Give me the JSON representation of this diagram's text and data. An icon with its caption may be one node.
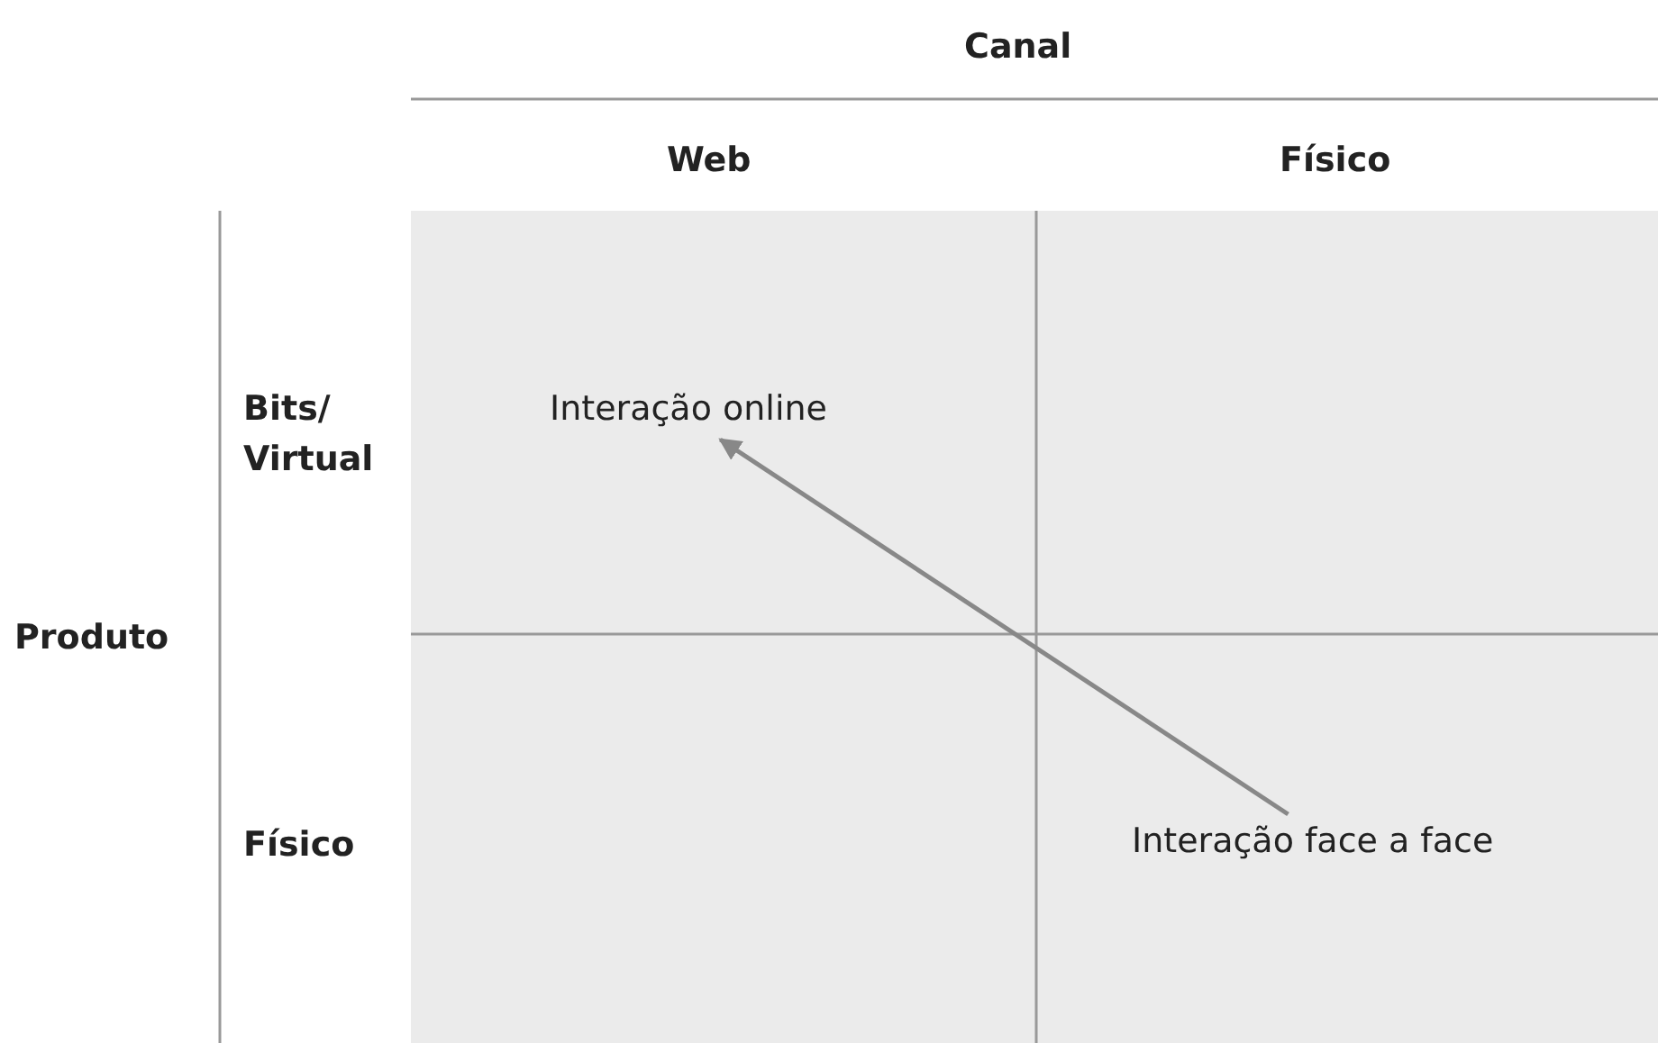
{
  "diagram": {
    "nodes": [
      {
        "text": [
          "Interação online"
        ]
      },
      {
        "text": [
          "Interação face a face"
        ]
      }
    ],
    "edges": [
      {
        "from": 1,
        "to": 0,
        "arrow": "to"
      }
    ],
    "labels": [
      "Canal",
      "Web",
      "Físico",
      "Bits/ Virtual",
      "Produto",
      "Físico"
    ]
  }
}
